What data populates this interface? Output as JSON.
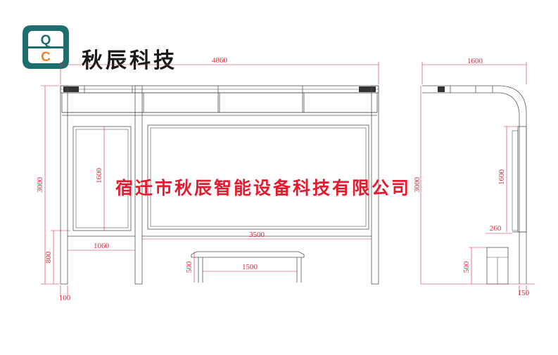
{
  "brand": {
    "logo_letter_top": "Q",
    "logo_letter_bottom": "C",
    "name": "秋辰科技",
    "logo_color": "#1e6d6f",
    "accent": "#f08228"
  },
  "company_name": "宿迁市秋辰智能设备科技有限公司",
  "company_color": "#e8192c",
  "line_color": "#555555",
  "dim_color": "#e0283c",
  "dimensions": {
    "front_width": "4860",
    "front_height": "3000",
    "panel_height": "1600",
    "panel_width": "1060",
    "bottom_height": "800",
    "post_width": "100",
    "center_width": "3500",
    "bench_height": "500",
    "bench_width": "1500",
    "side_width": "1600",
    "side_height": "3000",
    "side_panel_height": "1600",
    "side_offset": "260",
    "side_bench_height": "500",
    "side_base": "150"
  }
}
